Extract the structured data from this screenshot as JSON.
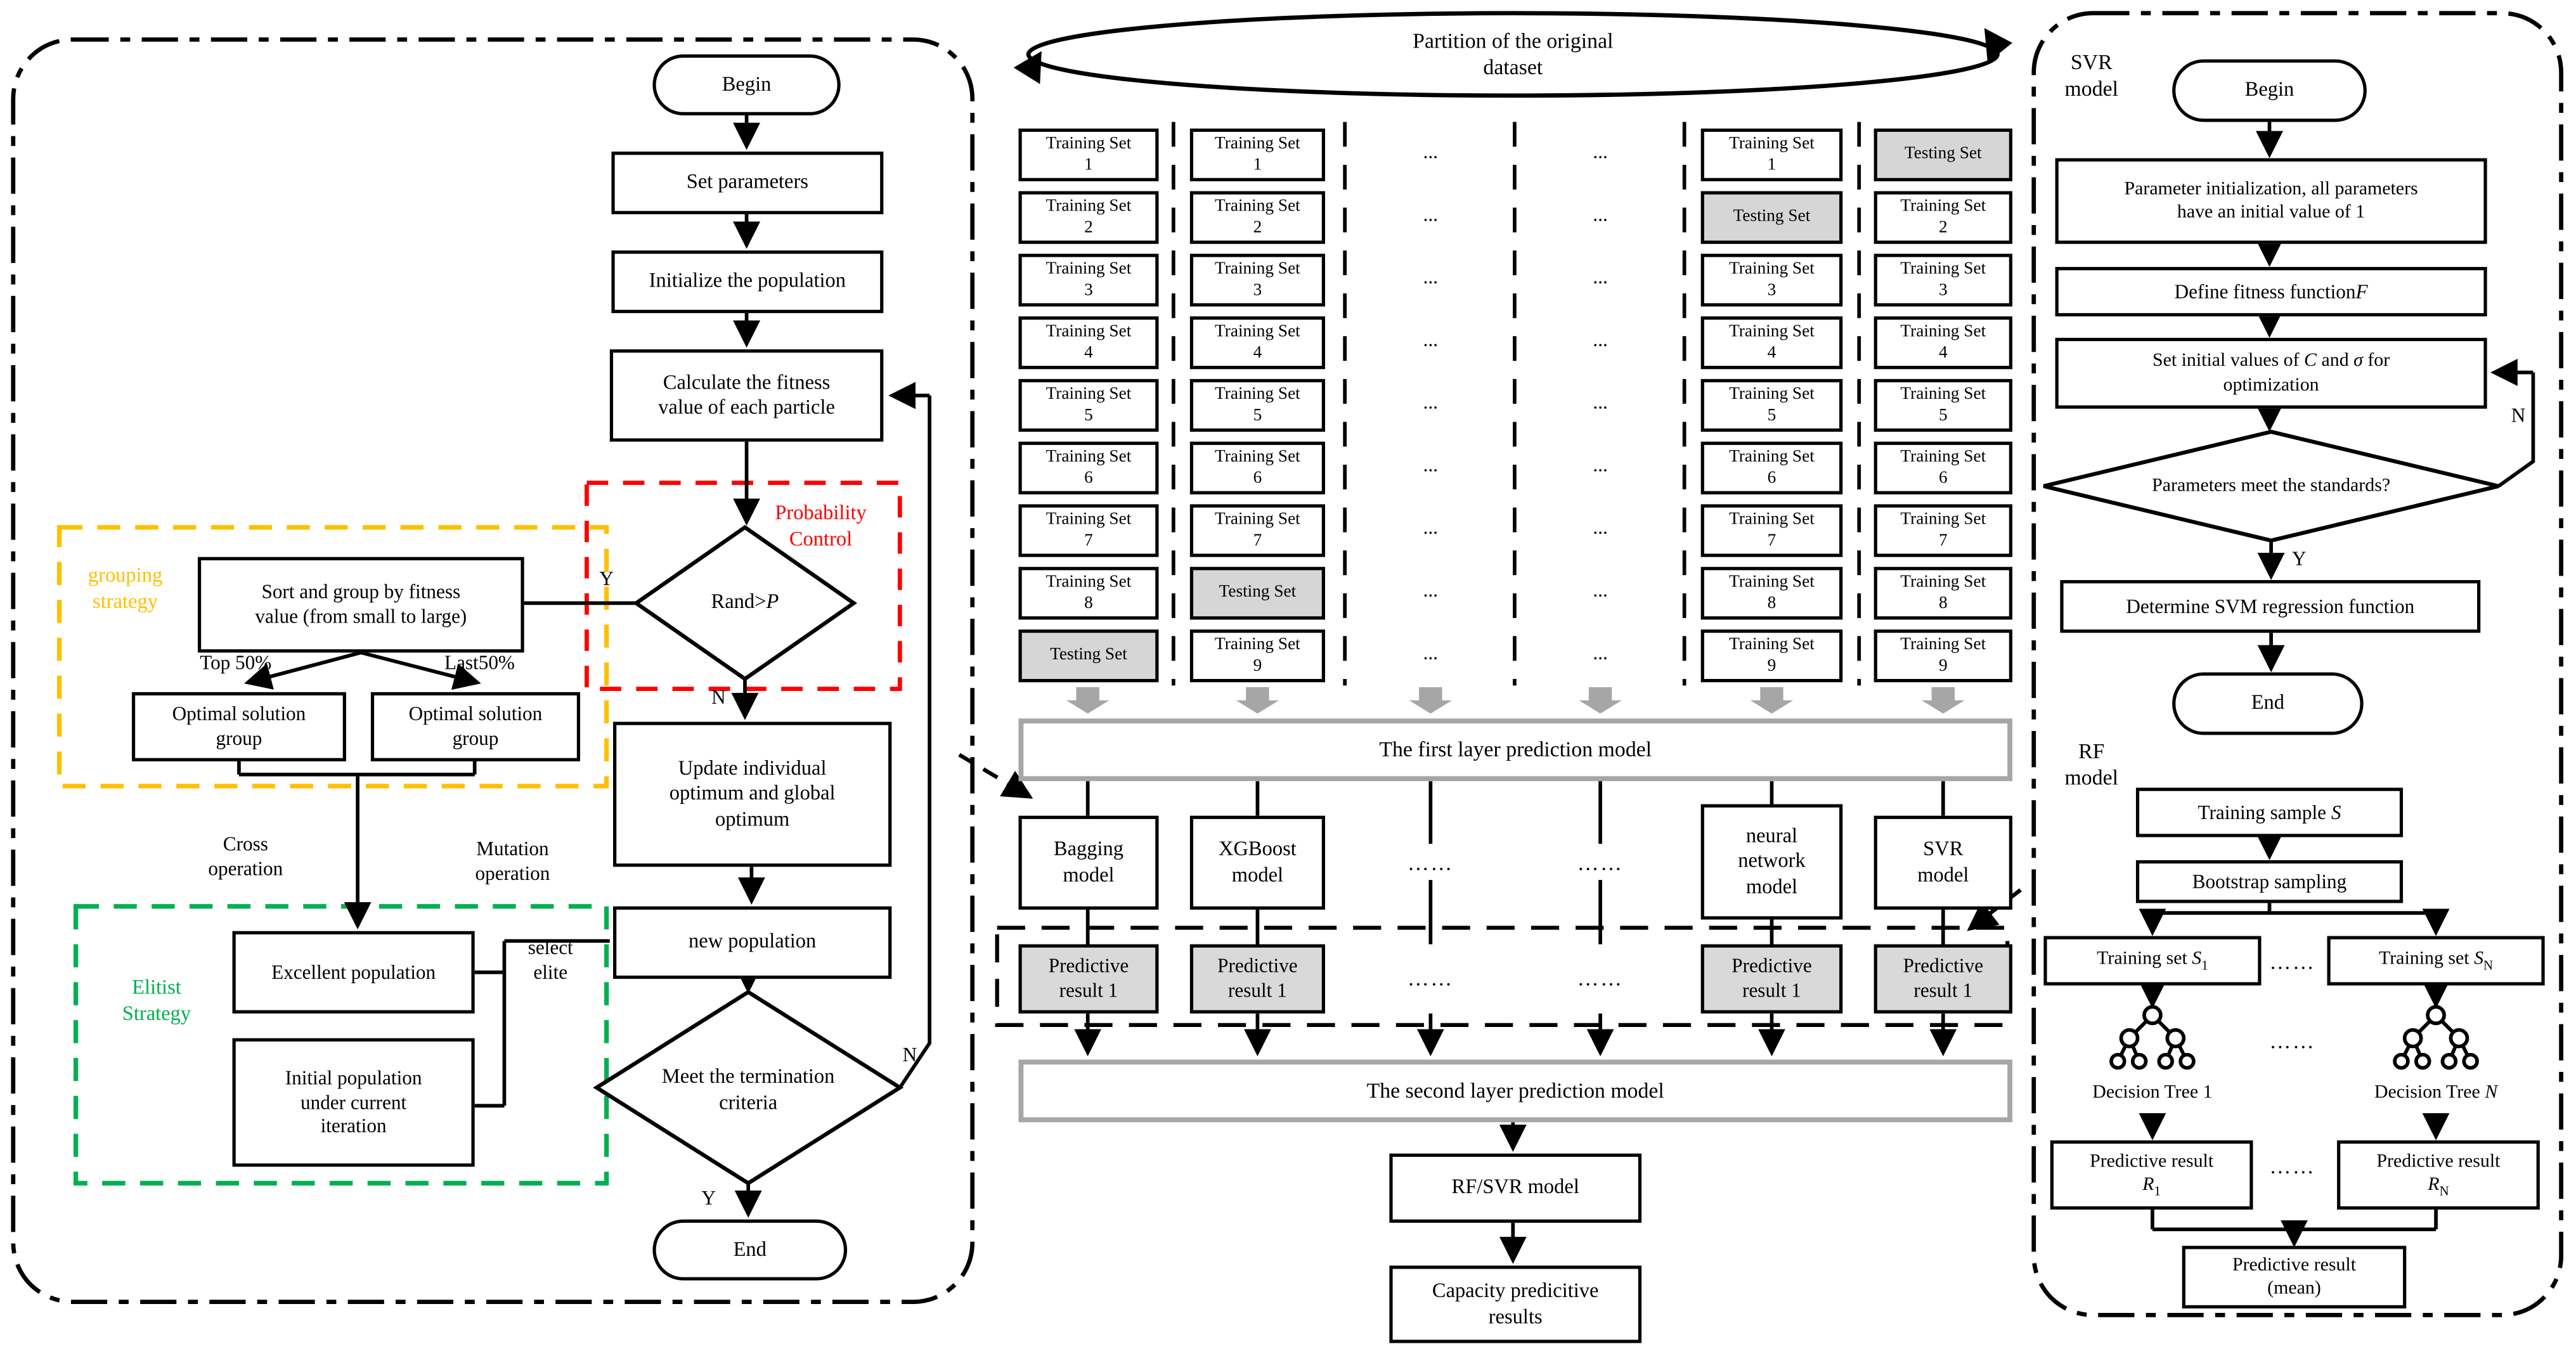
{
  "left_panel": {
    "begin": "Begin",
    "set_parameters": "Set parameters",
    "initialize": "Initialize the population",
    "calc_fitness": [
      "Calculate the fitness",
      "value of each particle"
    ],
    "probability_control": [
      "Probability",
      "Control"
    ],
    "rand_diamond": {
      "text": "Rand>",
      "it": "P"
    },
    "y1": "Y",
    "n1": "N",
    "grouping_strategy": [
      "grouping",
      "strategy"
    ],
    "sort_box": [
      "Sort and group by fitness",
      "value (from small to large)"
    ],
    "top50": "Top 50%",
    "last50": "Last50%",
    "optimal_left": [
      "Optimal solution",
      "group"
    ],
    "optimal_right": [
      "Optimal solution",
      "group"
    ],
    "cross_op": [
      "Cross",
      "operation"
    ],
    "mutation_op": [
      "Mutation",
      "operation"
    ],
    "elitist": [
      "Elitist",
      "Strategy"
    ],
    "excellent": "Excellent population",
    "initial_population": [
      "Initial population",
      "under current",
      "iteration"
    ],
    "select_elite": [
      "select",
      "elite"
    ],
    "update_box": [
      "Update individual",
      "optimum and global",
      "optimum"
    ],
    "new_population": "new population",
    "termination": [
      "Meet the termination",
      "criteria"
    ],
    "n2": "N",
    "y2": "Y",
    "end": "End"
  },
  "middle": {
    "ellipse_title": [
      "Partition of the original",
      "dataset"
    ],
    "cell_dots": "...",
    "row_dots": "……",
    "columns": [
      {
        "cells": [
          [
            "Training Set",
            "1"
          ],
          [
            "Training Set",
            "2"
          ],
          [
            "Training Set",
            "3"
          ],
          [
            "Training Set",
            "4"
          ],
          [
            "Training Set",
            "5"
          ],
          [
            "Training Set",
            "6"
          ],
          [
            "Training Set",
            "7"
          ],
          [
            "Training Set",
            "8"
          ],
          [
            "Testing Set"
          ]
        ]
      },
      {
        "cells": [
          [
            "Training Set",
            "1"
          ],
          [
            "Training Set",
            "2"
          ],
          [
            "Training Set",
            "3"
          ],
          [
            "Training Set",
            "4"
          ],
          [
            "Training Set",
            "5"
          ],
          [
            "Training Set",
            "6"
          ],
          [
            "Training Set",
            "7"
          ],
          [
            "Testing Set"
          ],
          [
            "Training Set",
            "9"
          ]
        ]
      },
      {
        "dots": true
      },
      {
        "dots": true
      },
      {
        "cells": [
          [
            "Training Set",
            "1"
          ],
          [
            "Testing Set"
          ],
          [
            "Training Set",
            "3"
          ],
          [
            "Training Set",
            "4"
          ],
          [
            "Training Set",
            "5"
          ],
          [
            "Training Set",
            "6"
          ],
          [
            "Training Set",
            "7"
          ],
          [
            "Training Set",
            "8"
          ],
          [
            "Training Set",
            "9"
          ]
        ]
      },
      {
        "cells": [
          [
            "Testing Set"
          ],
          [
            "Training Set",
            "2"
          ],
          [
            "Training Set",
            "3"
          ],
          [
            "Training Set",
            "4"
          ],
          [
            "Training Set",
            "5"
          ],
          [
            "Training Set",
            "6"
          ],
          [
            "Training Set",
            "7"
          ],
          [
            "Training Set",
            "8"
          ],
          [
            "Training Set",
            "9"
          ]
        ]
      }
    ],
    "first_layer": "The first layer prediction model",
    "models": [
      {
        "lines": [
          "Bagging",
          "model"
        ]
      },
      {
        "lines": [
          "XGBoost",
          "model"
        ]
      },
      {
        "dots": true
      },
      {
        "dots": true
      },
      {
        "lines": [
          "neural",
          "network",
          "model"
        ]
      },
      {
        "lines": [
          "SVR",
          "model"
        ]
      }
    ],
    "predictive": [
      "Predictive",
      "result 1"
    ],
    "second_layer": "The second layer prediction model",
    "rf_svr": "RF/SVR model",
    "capacity": [
      "Capacity predicitive",
      "results"
    ]
  },
  "right_panel": {
    "svr_label": [
      "SVR",
      "model"
    ],
    "begin": "Begin",
    "param_init": [
      "Parameter initialization, all parameters",
      "have an initial value of 1"
    ],
    "define_fitness": {
      "text": "Define fitness function",
      "it": "F"
    },
    "set_initial": {
      "p1": "Set initial values of ",
      "c": "C",
      "p2": " and ",
      "sigma": "σ",
      "p3": " for",
      "l2": "optimization"
    },
    "standards_diamond": "Parameters meet the standards?",
    "n": "N",
    "y": "Y",
    "determine": "Determine SVM regression function",
    "end": "End",
    "rf_label": [
      "RF",
      "model"
    ],
    "training_sample": {
      "text": "Training sample ",
      "it": "S"
    },
    "bootstrap": "Bootstrap sampling",
    "train_set": {
      "text": "Training set ",
      "it": "S",
      "sub1": "1",
      "subn": "N"
    },
    "hdots": "……",
    "decision_tree_1": {
      "text": "Decision Tree 1"
    },
    "decision_tree_n": {
      "text": "Decision Tree ",
      "it": "N"
    },
    "pred_result": {
      "line1": "Predictive result",
      "it": "R",
      "sub1": "1",
      "subn": "N"
    },
    "mean_box": [
      "Predictive result",
      "(mean)"
    ]
  },
  "colors": {
    "accent_red": "#ff0000",
    "accent_yellow": "#ffc000",
    "accent_green": "#00b050",
    "gray_fill": "#d6d6d6",
    "gray_border": "#a6a6a6"
  }
}
